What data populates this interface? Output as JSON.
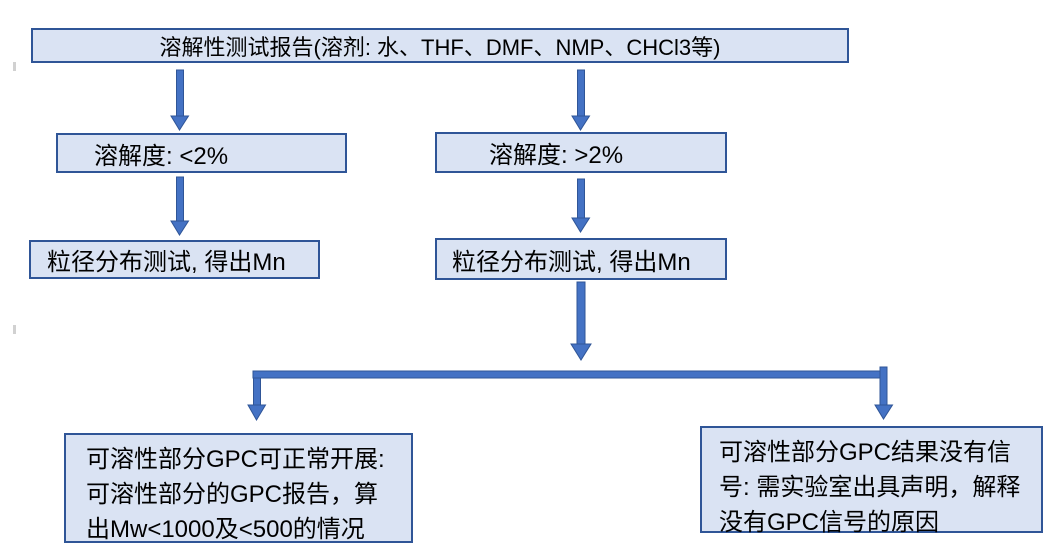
{
  "colors": {
    "background": "#ffffff",
    "box_fill": "#dae3f3",
    "box_border": "#2f5597",
    "arrow_fill": "#4472c4",
    "arrow_outline": "#2f5597",
    "text": "#000000"
  },
  "flowchart": {
    "title_box": {
      "label": "溶解性测试报告(溶剂: 水、THF、DMF、NMP、CHCl3等)"
    },
    "solubility_low_box": {
      "label": "溶解度: <2%"
    },
    "solubility_high_box": {
      "label": "溶解度: >2%"
    },
    "psd_low_box": {
      "label": "粒径分布测试, 得出Mn"
    },
    "psd_high_box": {
      "label": "粒径分布测试, 得出Mn"
    },
    "gpc_normal_box": {
      "lines": [
        "可溶性部分GPC可正常开展:",
        "可溶性部分的GPC报告，算",
        "出Mw<1000及<500的情况"
      ]
    },
    "gpc_no_signal_box": {
      "lines": [
        "可溶性部分GPC结果没有信",
        "号: 需实验室出具声明，解释",
        "没有GPC信号的原因"
      ]
    }
  }
}
